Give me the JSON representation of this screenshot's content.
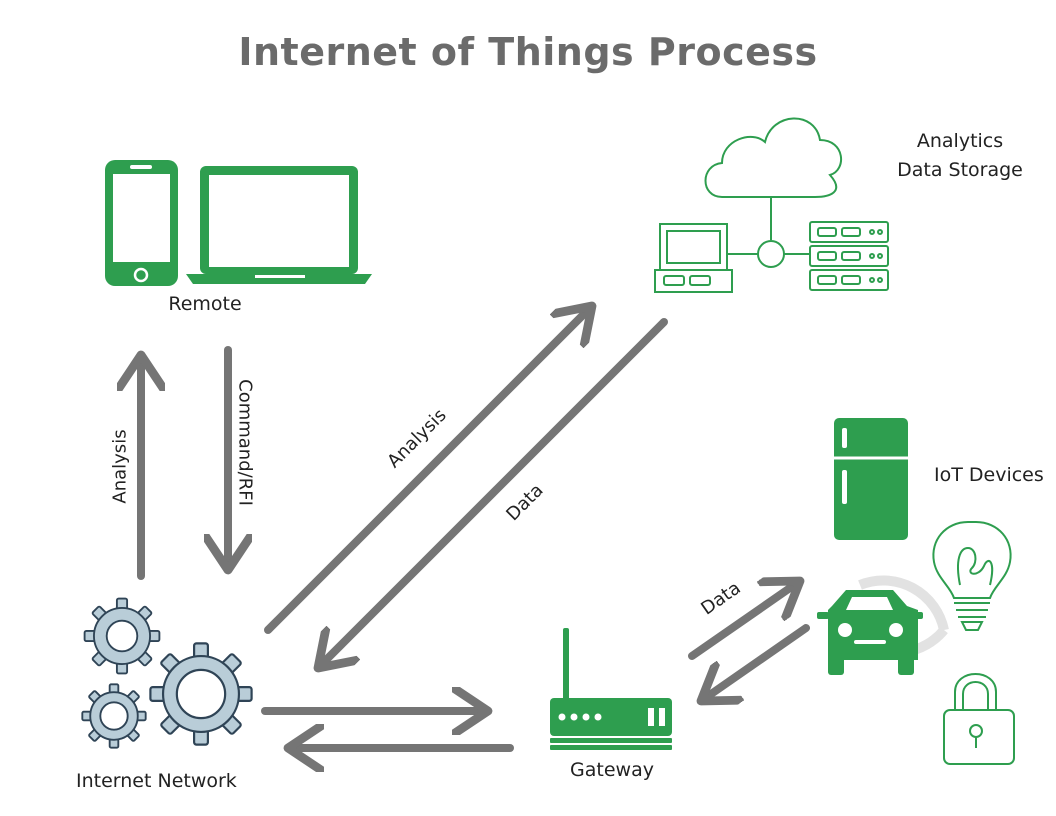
{
  "title": "Internet of Things Process",
  "nodes": {
    "remote": "Remote",
    "analytics_line1": "Analytics",
    "analytics_line2": "Data Storage",
    "iot_devices": "IoT Devices",
    "internet_network": "Internet Network",
    "gateway": "Gateway"
  },
  "edge_labels": {
    "remote_up": "Analysis",
    "remote_down": "Command/RFI",
    "cloud_up": "Analysis",
    "cloud_down": "Data",
    "devices_link": "Data"
  },
  "colors": {
    "green": "#2e9e4f",
    "arrow_gray": "#757575",
    "gear_fill": "#b9cdd8",
    "gear_stroke": "#2f4456",
    "title_gray": "#6b6b6b"
  }
}
